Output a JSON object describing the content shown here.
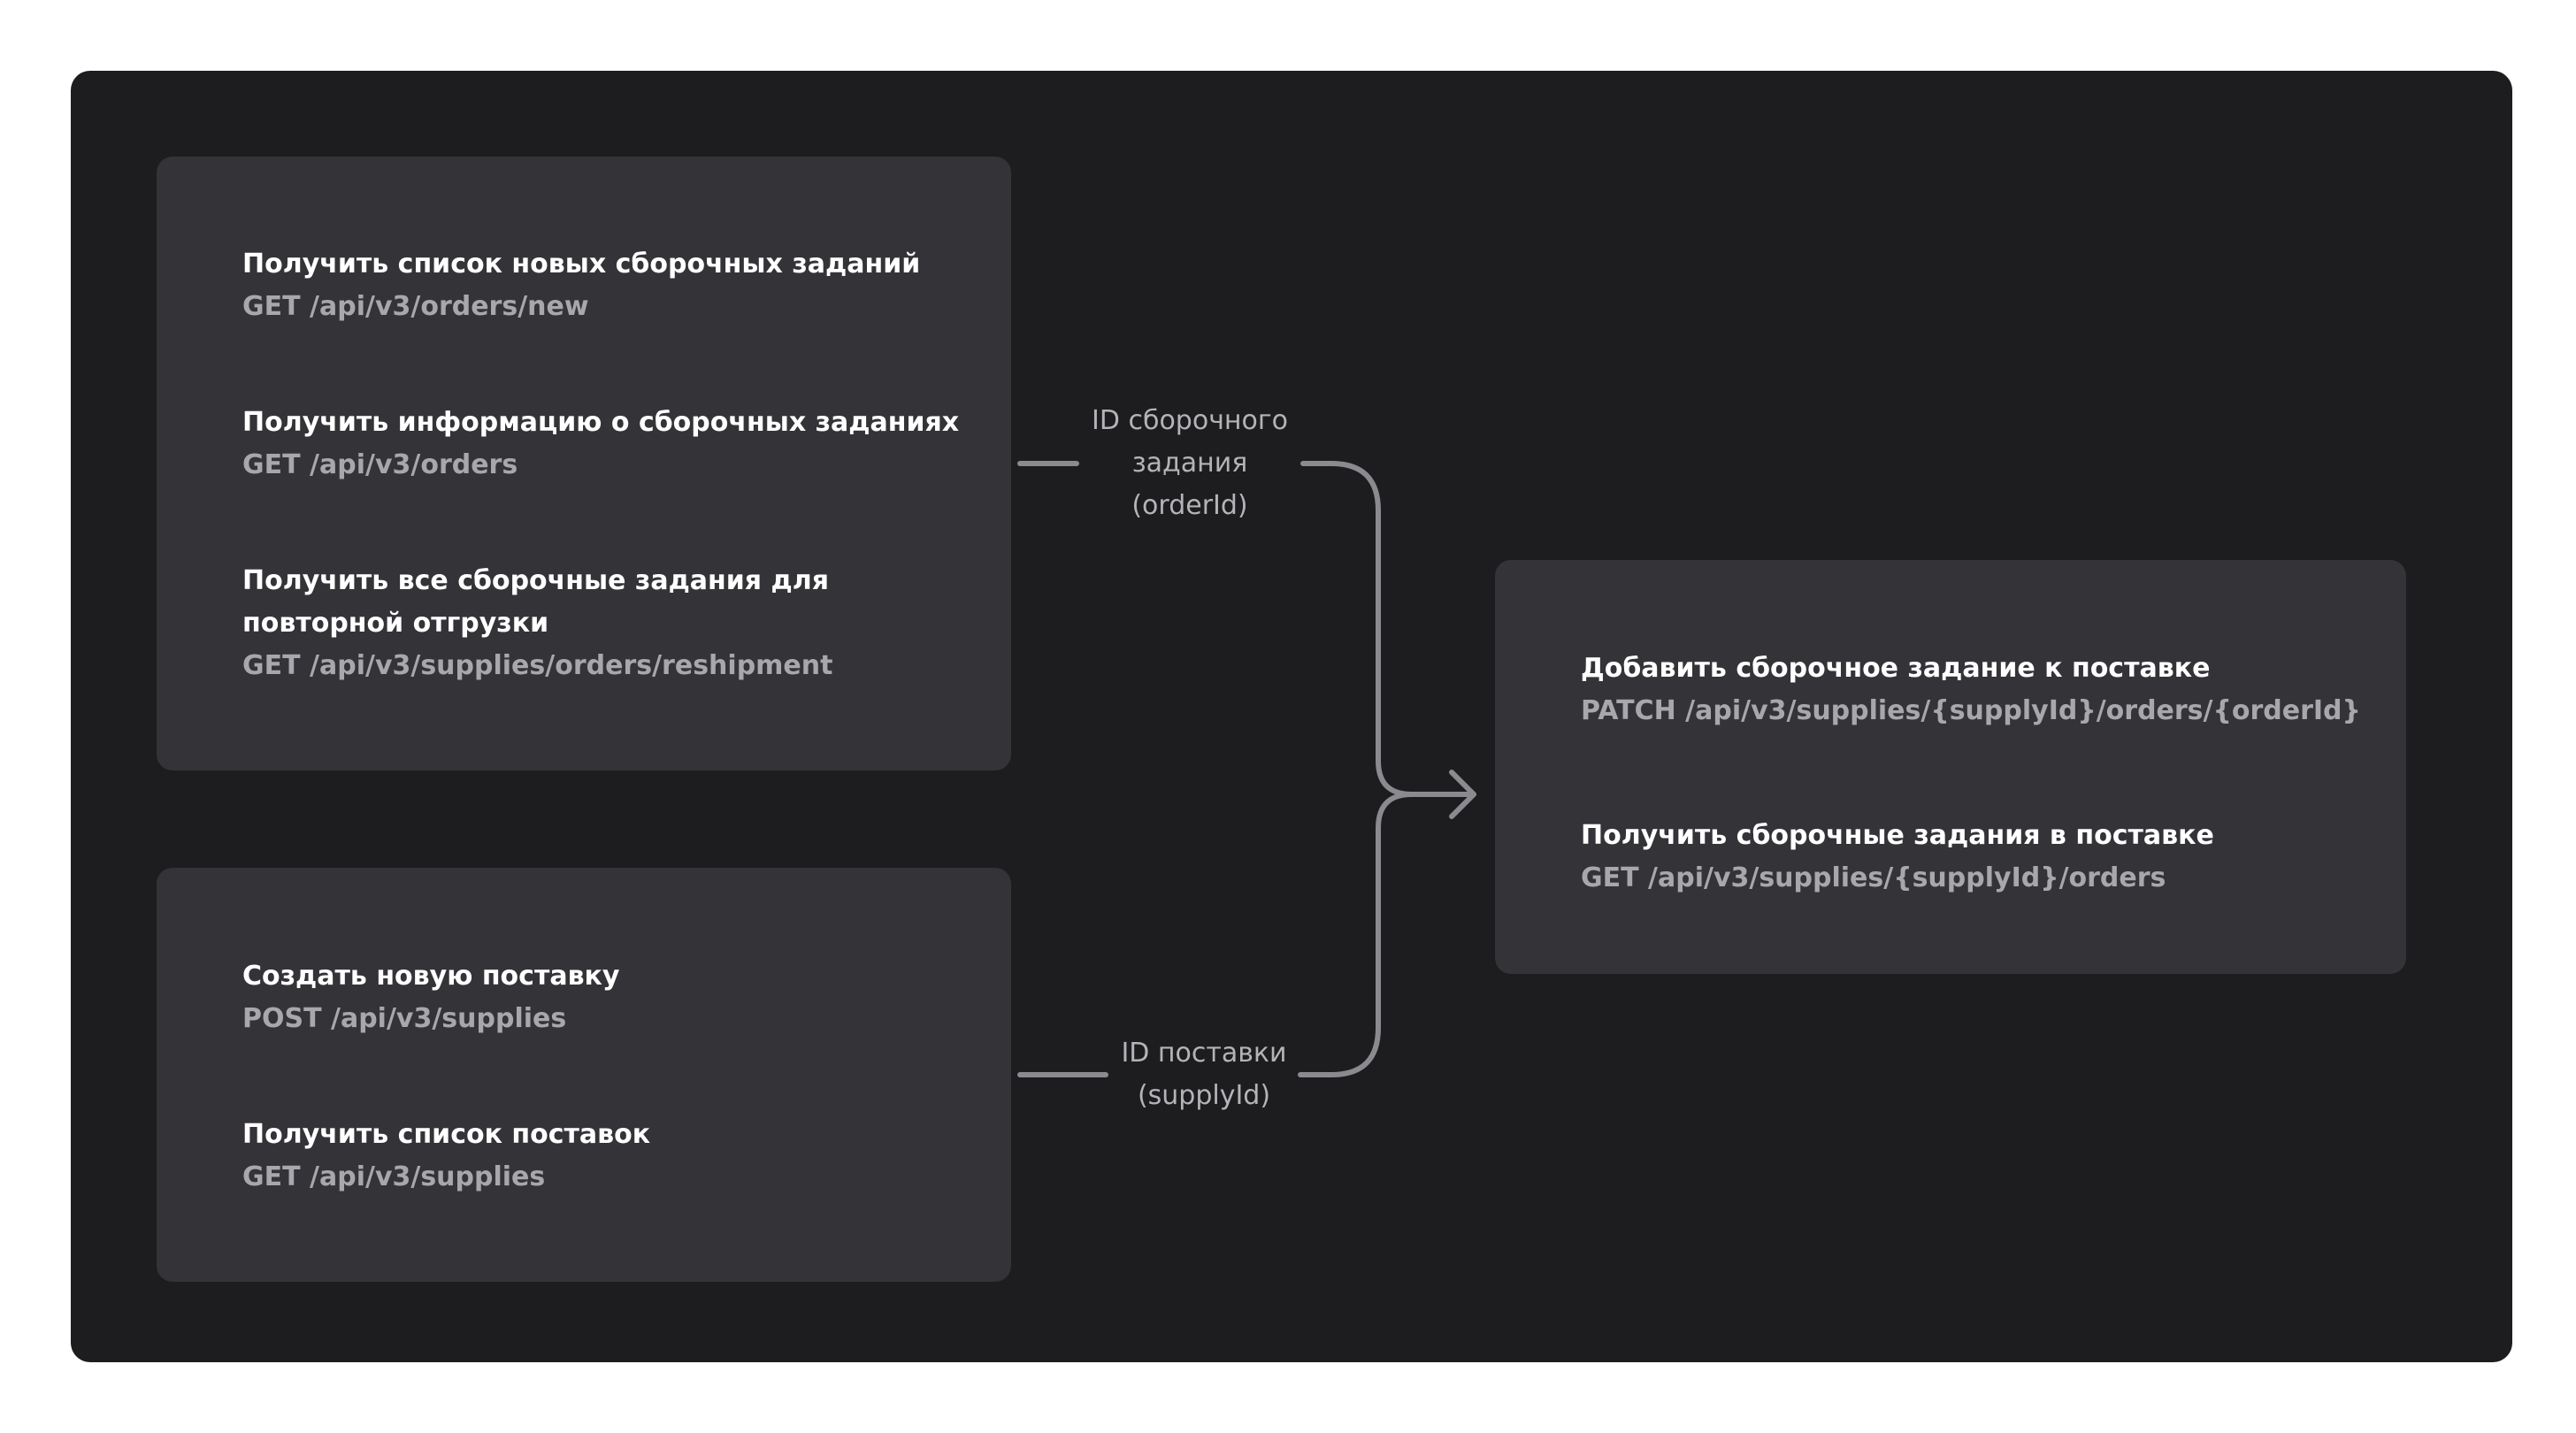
{
  "groups": {
    "orders": {
      "items": [
        {
          "title": "Получить список новых сборочных заданий",
          "endpoint": "GET /api/v3/orders/new"
        },
        {
          "title": "Получить информацию о сборочных заданиях",
          "endpoint": "GET /api/v3/orders"
        },
        {
          "title": "Получить все сборочные задания для повторной отгрузки",
          "endpoint": "GET /api/v3/supplies/orders/reshipment"
        }
      ]
    },
    "supplies": {
      "items": [
        {
          "title": "Создать новую поставку",
          "endpoint": "POST /api/v3/supplies"
        },
        {
          "title": "Получить список поставок",
          "endpoint": "GET /api/v3/supplies"
        }
      ]
    },
    "target": {
      "items": [
        {
          "title": "Добавить сборочное задание к поставке",
          "endpoint": "PATCH /api/v3/supplies/{supplyId}/orders/{orderId}"
        },
        {
          "title": "Получить сборочные задания в поставке",
          "endpoint": "GET /api/v3/supplies/{supplyId}/orders"
        }
      ]
    }
  },
  "connectors": {
    "order_id": {
      "line1": "ID сборочного",
      "line2": "задания",
      "line3": "(orderId)"
    },
    "supply_id": {
      "line1": "ID поставки",
      "line2": "(supplyId)"
    }
  },
  "colors": {
    "page": "#ffffff",
    "canvas": "#1d1d1f",
    "card": "#343338",
    "title": "#ffffff",
    "endpoint": "#a7a7ac",
    "connector": "#8a8a8f"
  }
}
